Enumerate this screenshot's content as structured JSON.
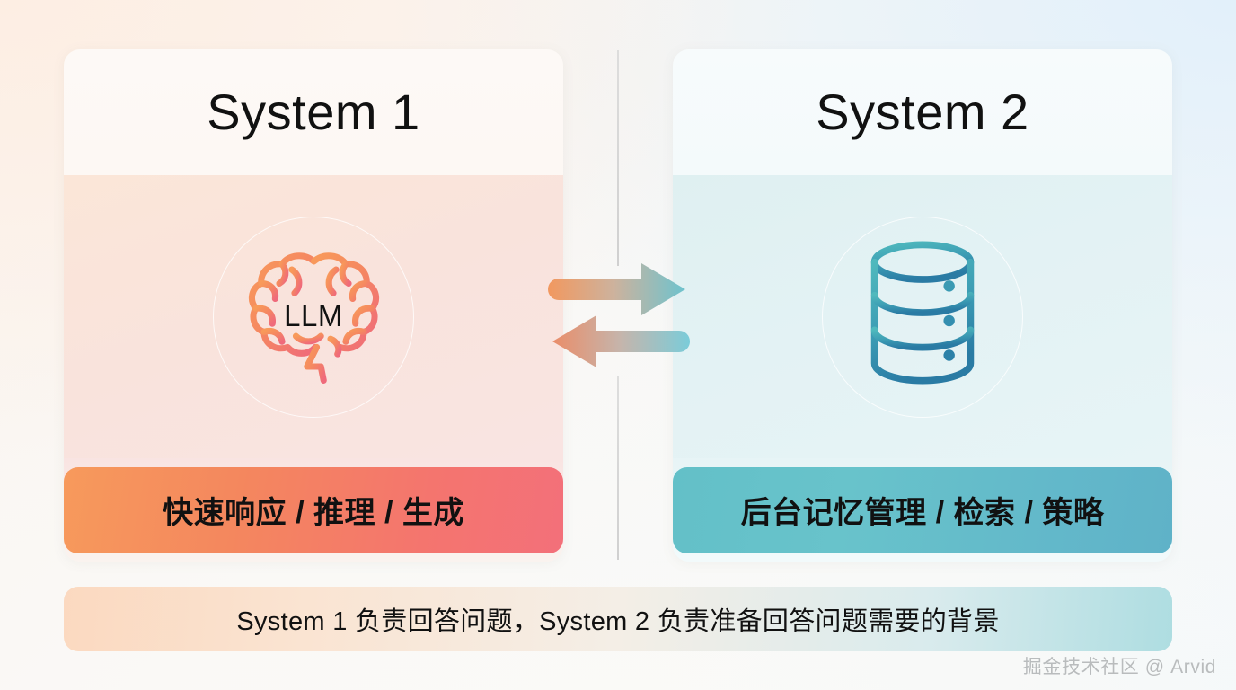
{
  "background": {
    "warm_corner": "#fdeee3",
    "cool_corner": "#e2f0fa"
  },
  "columns": [
    {
      "id": "system-1",
      "title": "System 1",
      "icon": "brain-icon",
      "icon_label": "LLM",
      "icon_gradient": {
        "from": "#f79a5c",
        "to": "#ef6e78"
      },
      "pill_label": "快速响应 / 推理 / 生成",
      "pill_gradient": {
        "from": "#f79a5c",
        "to": "#f3707a"
      }
    },
    {
      "id": "system-2",
      "title": "System 2",
      "icon": "database-icon",
      "icon_label": "",
      "icon_gradient": {
        "from": "#4fb6bd",
        "to": "#2b7fa6"
      },
      "pill_label": "后台记忆管理 / 检索 / 策略",
      "pill_gradient": {
        "from": "#63c0c8",
        "to": "#5fb2c8"
      }
    }
  ],
  "arrows": {
    "forward": {
      "name": "arrow-right",
      "direction": "right",
      "from_color": "#f0955f",
      "to_color": "#6fc2cd"
    },
    "backward": {
      "name": "arrow-left",
      "direction": "left",
      "from_color": "#ea8d6a",
      "to_color": "#79cbd8"
    }
  },
  "caption": {
    "text": "System 1 负责回答问题，System 2 负责准备回答问题需要的背景",
    "gradient": {
      "from": "#fbd9c0",
      "to": "#aedde1"
    }
  },
  "watermark": {
    "text": "掘金技术社区 @ Arvid",
    "color": "#b9bcbd"
  }
}
